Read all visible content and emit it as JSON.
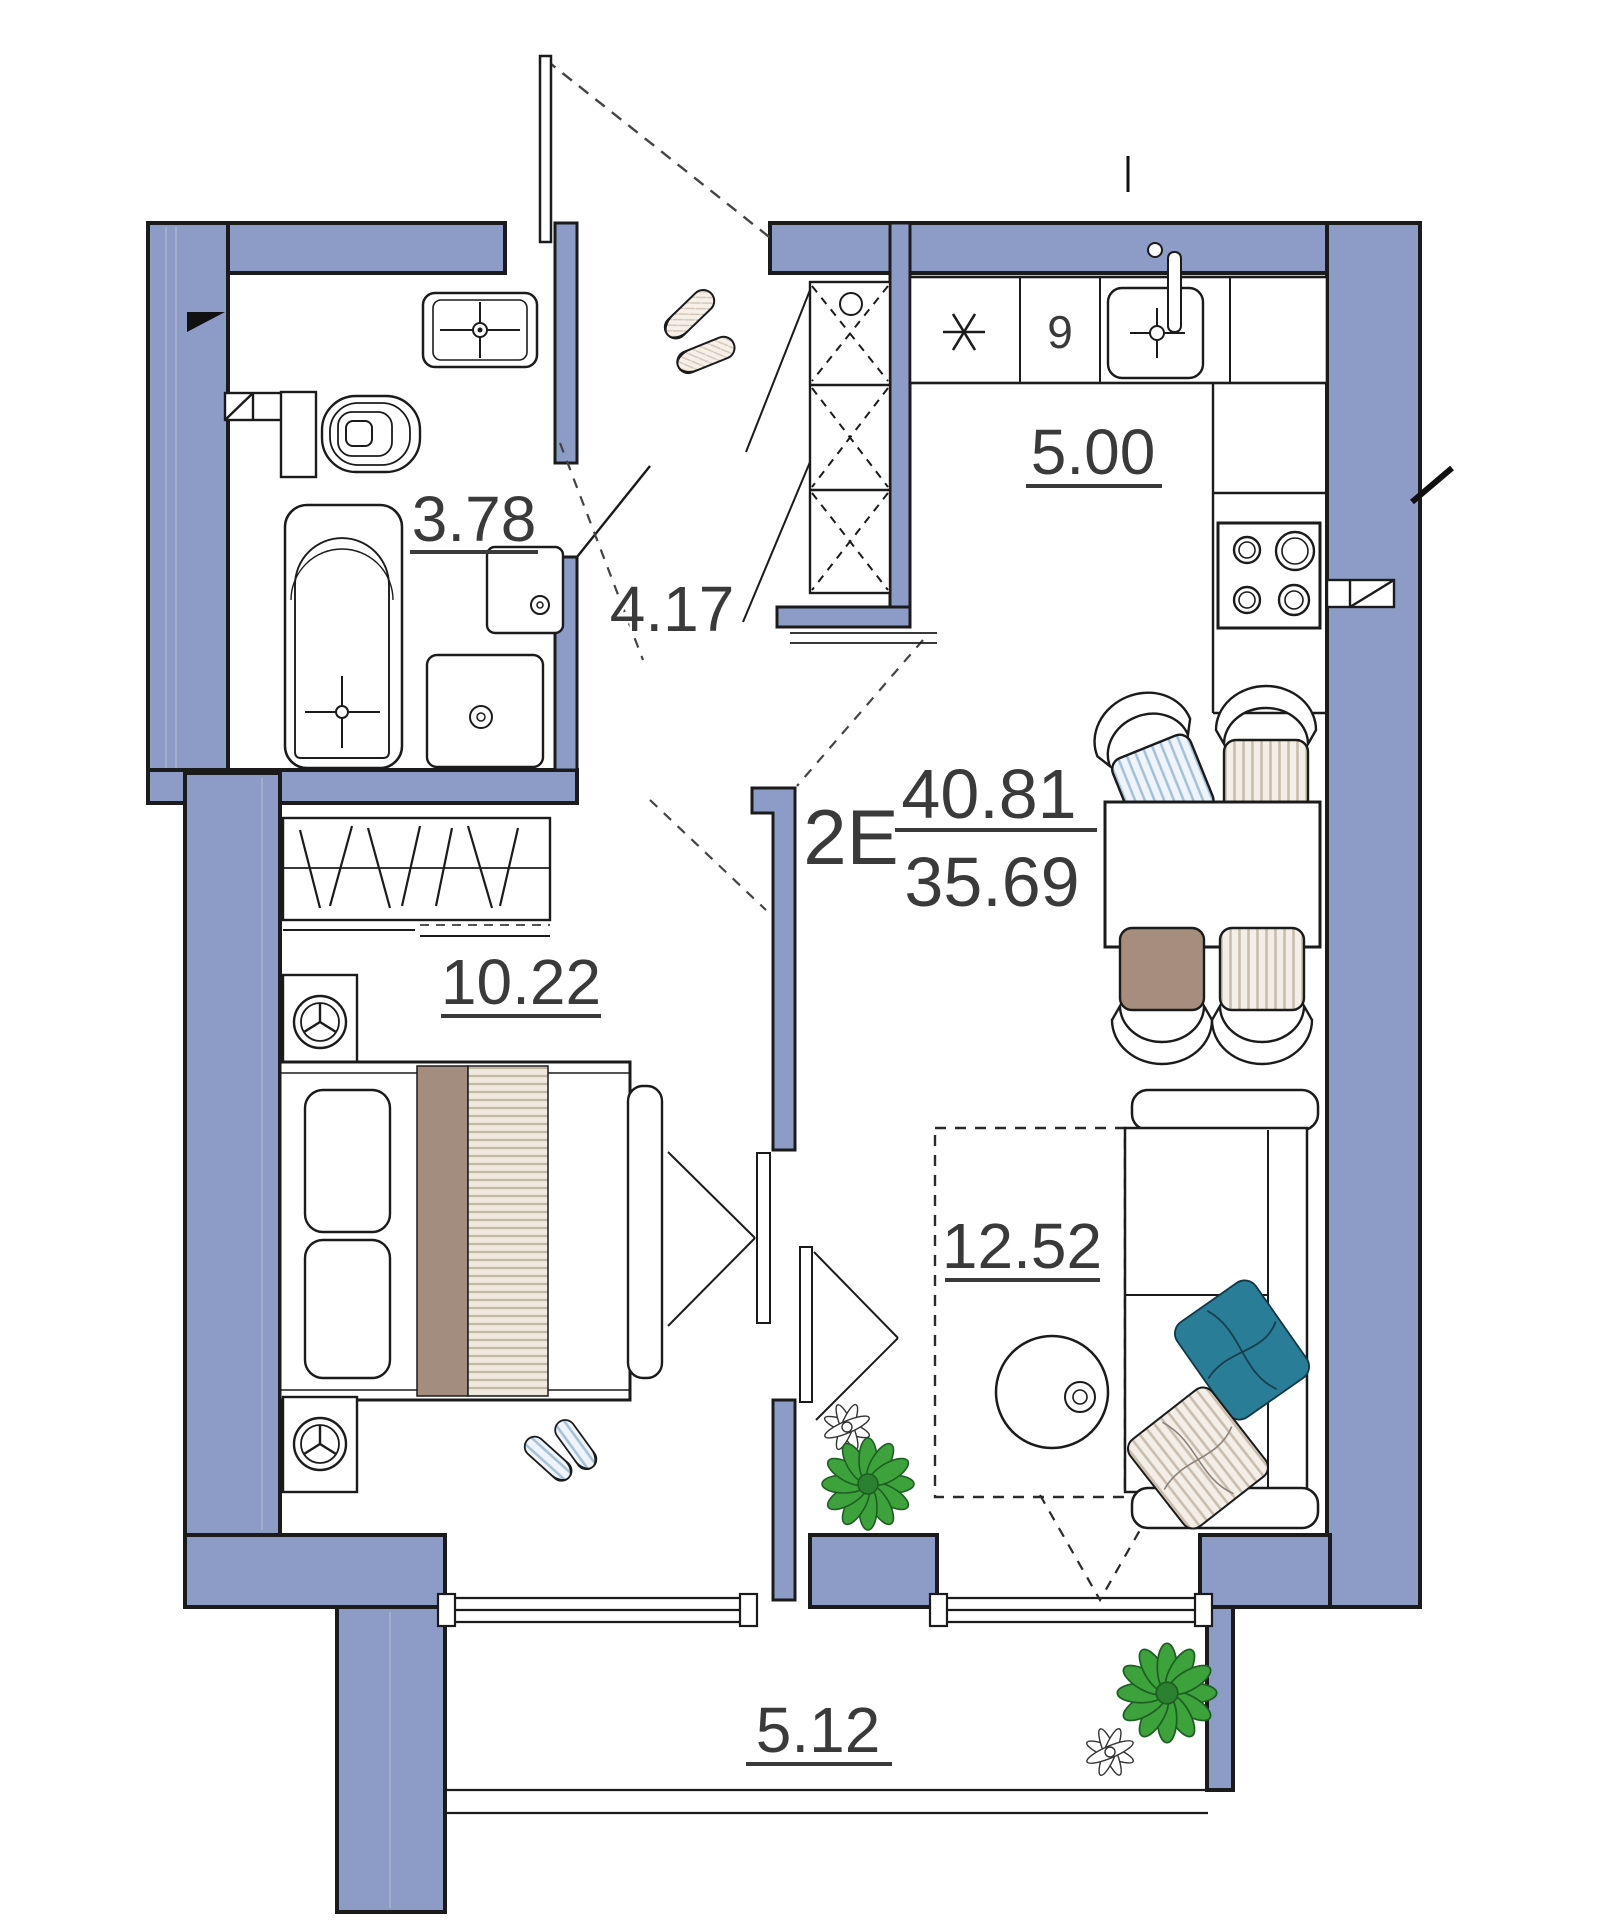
{
  "apartment": {
    "type_label": "2Е",
    "total_area": "40.81",
    "living_area": "35.69"
  },
  "rooms": {
    "bathroom": "3.78",
    "hallway": "4.17",
    "kitchen": "5.00",
    "bedroom": "10.22",
    "living_room": "12.52",
    "balcony": "5.12"
  },
  "kitchen": {
    "appliance_glyph": "9"
  },
  "colors": {
    "wall_fill": "#8d9cc7",
    "wall_outline": "#1b1b1b",
    "label_text": "#3a3a3a",
    "accent_teal": "#2a7d97",
    "accent_brown": "#a58e7e",
    "plant_green": "#3da23b"
  }
}
